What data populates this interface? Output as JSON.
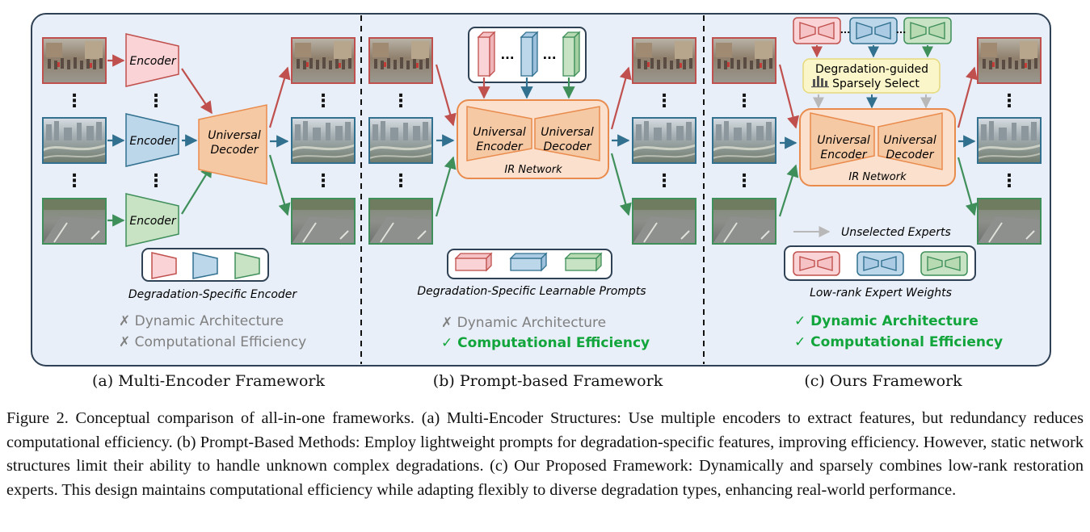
{
  "colors": {
    "red": "#c0504d",
    "red_fill": "#f9d3d5",
    "blue": "#31708f",
    "blue_fill": "#bcd6ea",
    "green": "#3f8f5a",
    "green_fill": "#c8e3c4",
    "orange": "#e98b4d",
    "orange_fill": "#f6c9a5",
    "check_green": "#12a53c",
    "gray_text": "#7f7f7f",
    "panel_bg": "#e8eff8",
    "panel_border": "#2f4154"
  },
  "panel_a": {
    "encoder_labels": [
      "Encoder",
      "Encoder",
      "Encoder"
    ],
    "decoder_label": [
      "Universal",
      "Decoder"
    ],
    "legend_caption": "Degradation-Specific Encoder",
    "feature_1": "✗ Dynamic Architecture",
    "feature_2": "✗ Computational Efficiency",
    "subtitle": "(a) Multi-Encoder Framework"
  },
  "panel_b": {
    "prompt_ellipsis": "...",
    "encoder_label": [
      "Universal",
      "Encoder"
    ],
    "decoder_label": [
      "Universal",
      "Decoder"
    ],
    "network_label": "IR Network",
    "legend_caption": "Degradation-Specific Learnable Prompts",
    "feature_1": "✗ Dynamic Architecture",
    "feature_2": "✓ Computational Efficiency",
    "subtitle": "(b) Prompt-based Framework"
  },
  "panel_c": {
    "expert_ellipsis": "...",
    "select_label": [
      "Degradation-guided",
      "Sparsely Select"
    ],
    "encoder_label": [
      "Universal",
      "Encoder"
    ],
    "decoder_label": [
      "Universal",
      "Decoder"
    ],
    "network_label": "IR Network",
    "unselected_label": "Unselected Experts",
    "legend_caption": "Low-rank Expert Weights",
    "feature_1": "✓ Dynamic Architecture",
    "feature_2": "✓ Computational Efficiency",
    "subtitle": "(c) Ours Framework"
  },
  "caption": "Figure 2. Conceptual comparison of all-in-one frameworks. (a) Multi-Encoder Structures: Use multiple encoders to extract features, but redundancy reduces computational efficiency. (b) Prompt-Based Methods: Employ lightweight prompts for degradation-specific features, improving efficiency. However, static network structures limit their ability to handle unknown complex degradations. (c) Our Proposed Framework: Dynamically and sparsely combines low-rank restoration experts. This design maintains computational efficiency while adapting flexibly to diverse degradation types, enhancing real-world performance."
}
